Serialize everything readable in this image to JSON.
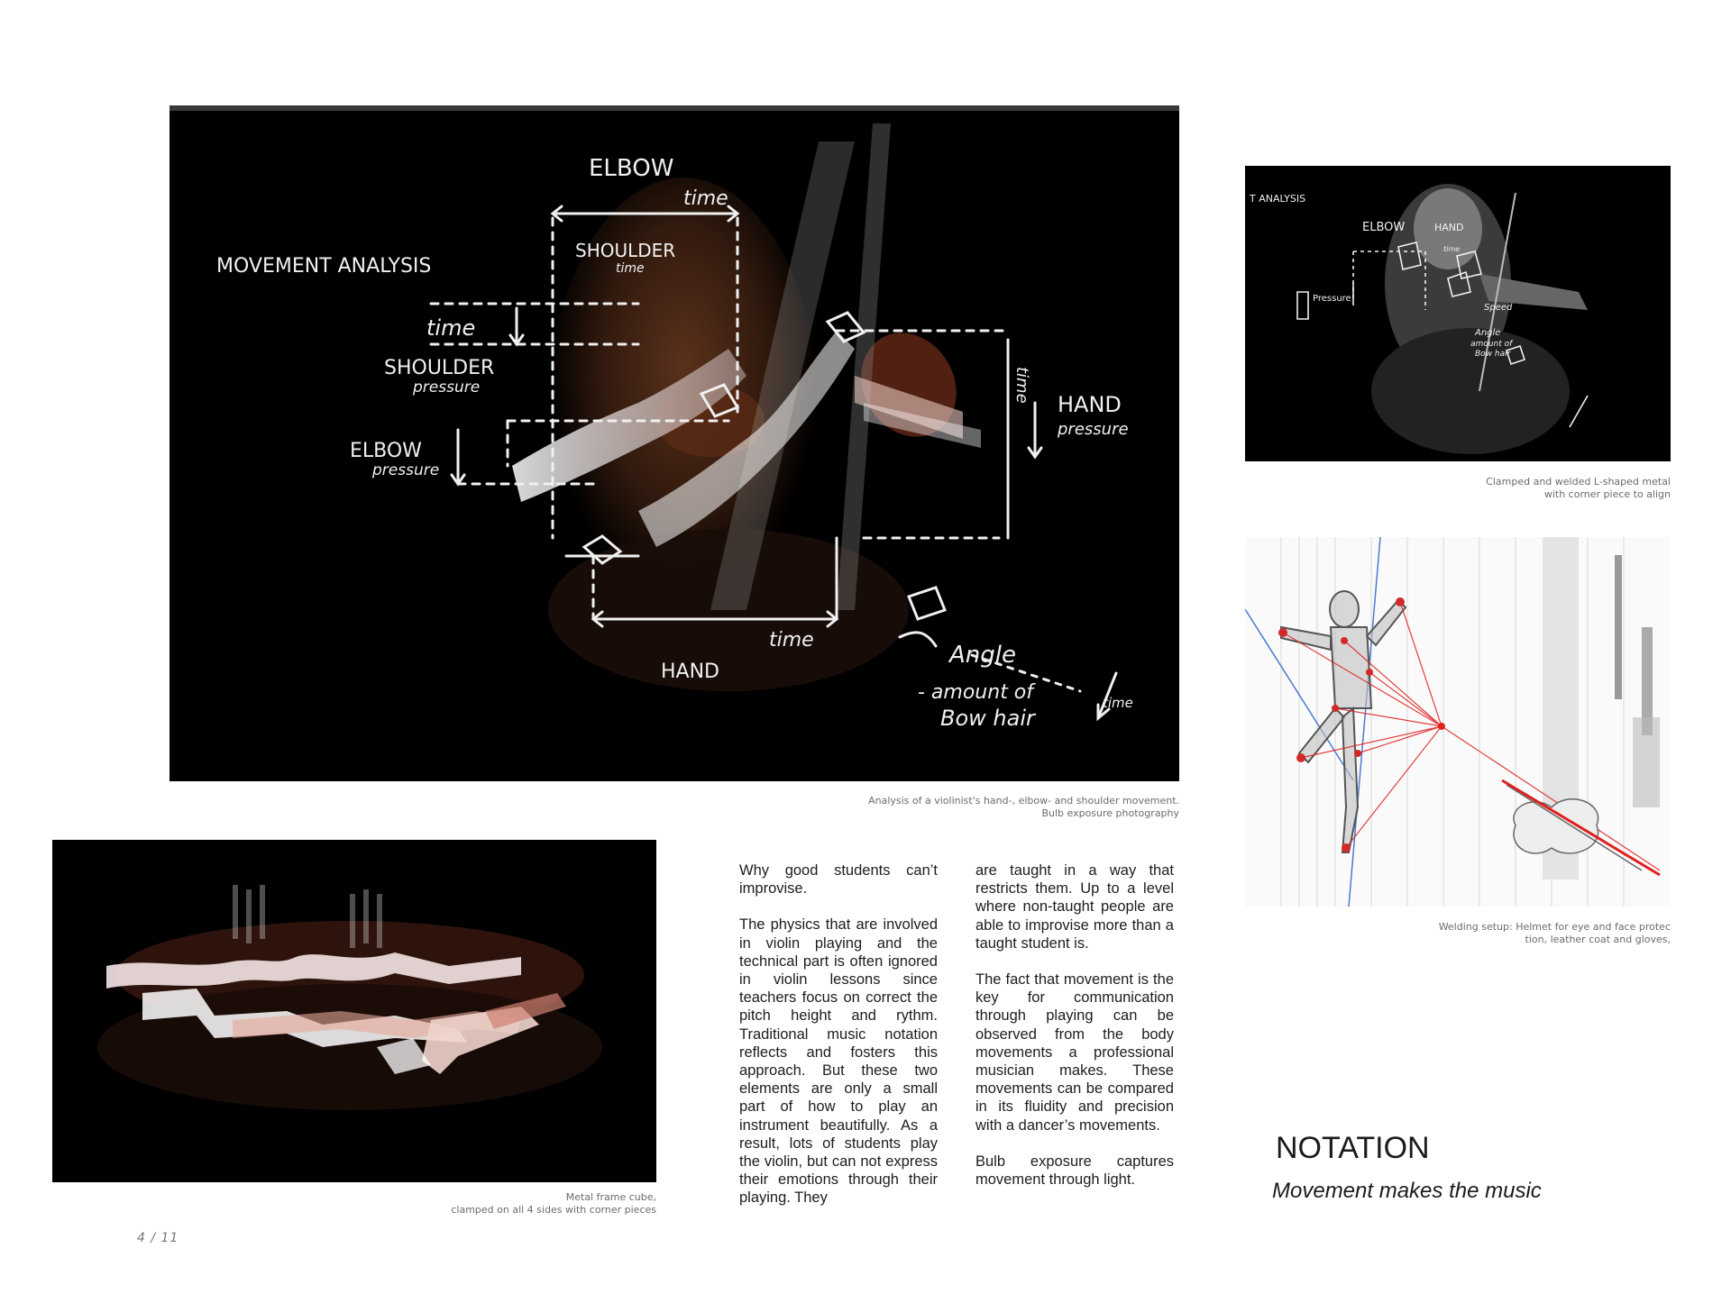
{
  "main_photo": {
    "annotations": {
      "heading": "MOVEMENT ANALYSIS",
      "elbow_top": "ELBOW",
      "time_top": "time",
      "shoulder_label": "SHOULDER",
      "shoulder_time": "time",
      "time_left": "time",
      "shoulder_pressure_1": "SHOULDER",
      "shoulder_pressure_2": "pressure",
      "elbow_pressure_1": "ELBOW",
      "elbow_pressure_2": "pressure",
      "hand_pressure_1": "HAND",
      "hand_pressure_2": "pressure",
      "time_right": "time",
      "time_bottom": "time",
      "hand_bottom": "HAND",
      "angle": "Angle",
      "bow_hair_1": "- amount of",
      "bow_hair_2": "Bow hair",
      "time_corner": "time"
    },
    "caption_line1": "Analysis of  a violinist's hand-, elbow- and shoulder movement.",
    "caption_line2": "Bulb exposure photography"
  },
  "top_right_photo": {
    "annotations": {
      "heading": "T ANALYSIS",
      "elbow": "ELBOW",
      "hand": "HAND",
      "pressure": "Pressure",
      "speed": "Speed",
      "angle": "Angle",
      "bow_hair_1": "amount of",
      "bow_hair_2": "Bow hair",
      "time": "time"
    },
    "caption_line1": "Clamped and welded L-shaped metal",
    "caption_line2": "with corner piece to align"
  },
  "dancer_figure": {
    "caption_line1": "Welding setup: Helmet for eye and face protec",
    "caption_line2": "tion, leather coat  and gloves,"
  },
  "light_photo": {
    "caption_line1": "Metal frame cube,",
    "caption_line2": "clamped on all 4 sides with corner pieces"
  },
  "article": {
    "col1": [
      "Why good students can’t improvise.",
      "The physics that are involved in violin playing and the technical part is often ignored in violin lessons since teachers focus on correct the pitch height and rythm. Traditional music notation reflects and fosters this approach. But these two elements are only a small part of how to play an instrument beautifully. As a result, lots of students play the violin, but can not express their emotions through their playing. They"
    ],
    "col2": [
      "are taught in a way that restricts them. Up to a level where non-taught people are able to improvise more than a taught student is.",
      "The fact that movement is the key for communication through playing can be observed from the body movements a professional musician makes. These movements can be compared in its fluidity and precision with a dancer’s movements.",
      "Bulb exposure captures movement through light."
    ]
  },
  "heading": {
    "title": "NOTATION",
    "subtitle": "Movement makes the music"
  },
  "page_number": "4 / 11",
  "colors": {
    "photo_bg": "#000000",
    "annotation": "#f0f0f0",
    "light_trail": "#f4e6e4",
    "laser_red": "#e02020"
  }
}
